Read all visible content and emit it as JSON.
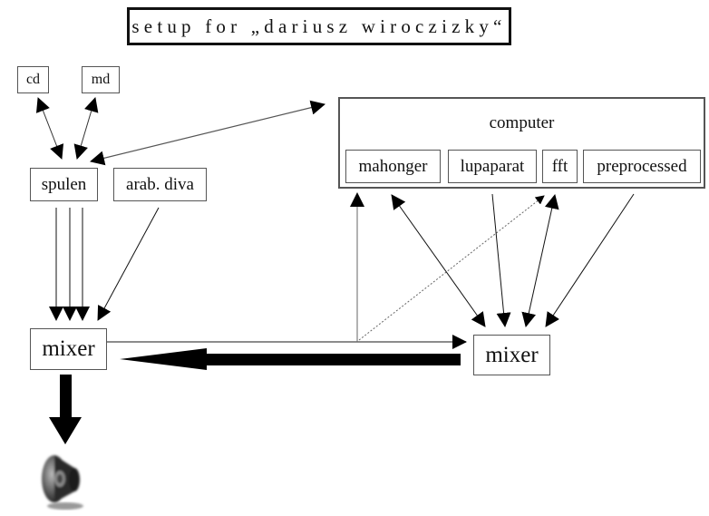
{
  "title": "setup for „dariusz wiroczizky“",
  "nodes": {
    "cd": "cd",
    "md": "md",
    "spulen": "spulen",
    "arab_diva": "arab. diva",
    "mixer_left": "mixer",
    "mixer_right": "mixer",
    "computer": {
      "label": "computer",
      "modules": [
        "mahonger",
        "lupaparat",
        "fft",
        "preprocessed"
      ]
    }
  },
  "output_device": {
    "icon": "speaker-icon"
  },
  "connections": [
    {
      "from": "cd",
      "to": "spulen",
      "type": "bidirectional"
    },
    {
      "from": "md",
      "to": "spulen",
      "type": "bidirectional"
    },
    {
      "from": "spulen",
      "to": "computer",
      "type": "bidirectional"
    },
    {
      "from": "spulen",
      "to": "mixer_left",
      "type": "directed",
      "count": 3
    },
    {
      "from": "arab_diva",
      "to": "mixer_left",
      "type": "directed"
    },
    {
      "from": "mixer_left",
      "to": "mixer_right",
      "type": "directed"
    },
    {
      "from": "mixer_left",
      "to": "computer",
      "type": "directed"
    },
    {
      "from": "mixer_left",
      "to": "fft",
      "type": "dotted"
    },
    {
      "from": "mahonger",
      "to": "mixer_right",
      "type": "bidirectional"
    },
    {
      "from": "lupaparat",
      "to": "mixer_right",
      "type": "directed"
    },
    {
      "from": "fft",
      "to": "mixer_right",
      "type": "bidirectional"
    },
    {
      "from": "preprocessed",
      "to": "mixer_right",
      "type": "directed"
    },
    {
      "from": "mixer_right",
      "to": "mixer_left",
      "type": "thick"
    },
    {
      "from": "mixer_left",
      "to": "speaker",
      "type": "thick"
    }
  ]
}
